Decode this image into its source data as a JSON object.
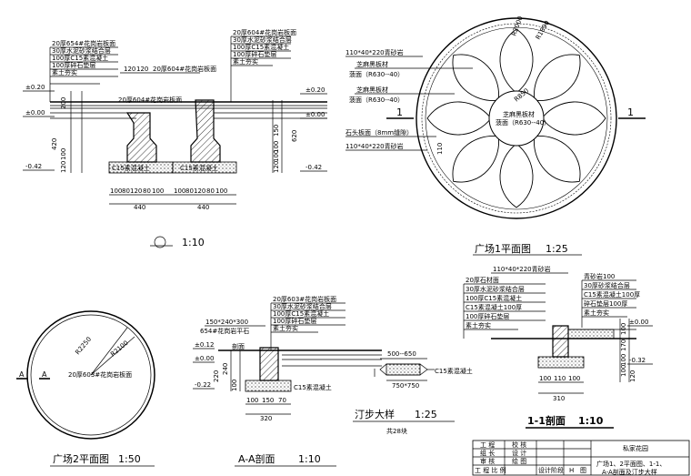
{
  "detail1": {
    "layers_left": [
      "20厚654#花岗岩板面",
      "30厚水泥砂浆结合层",
      "100厚C15素混凝土",
      "100厚碎石垫层",
      "素土夯实"
    ],
    "layers_right": [
      "20厚604#花岗岩板面",
      "30厚水泥砂浆结合层",
      "100厚C15素混凝土",
      "100厚碎石垫层",
      "素土夯实"
    ],
    "curb_top_note": "20厚604#花岗岩板面",
    "curb_top_note2": "20厚604#花岗岩板面",
    "elev_left": [
      "±0.20",
      "±0.00",
      "-0.42"
    ],
    "elev_right": [
      "±0.20",
      "±0.00",
      "-0.42"
    ],
    "dims_left": [
      "200",
      "420",
      "100",
      "120"
    ],
    "dims_right": [
      "150",
      "100",
      "620",
      "100",
      "120"
    ],
    "top_dims": [
      "120",
      "120"
    ],
    "base_label": "C15素混凝土",
    "bottom_dims": [
      "100",
      "80",
      "120",
      "80",
      "100"
    ],
    "width": "440",
    "scale": "1:10"
  },
  "plan1": {
    "title": "广场1平面图",
    "scale": "1:25",
    "paving_label": "110*40*220青砂岩",
    "notes": [
      "芝麻黑板材",
      "菠面（R630--40）",
      "芝麻黑板材",
      "菠面（R630--40）"
    ],
    "center_note1": "芝麻黑板材",
    "center_note2": "菠面（R630--40）",
    "edge_note": "石头板面（8mm缝隙）",
    "paving_label2": "110*40*220青砂岩",
    "section_mark": "1",
    "r_outer": "R2000",
    "r_ring": "R1890",
    "r_center": "R850",
    "dim_110": "110"
  },
  "plan2": {
    "title": "广场2平面图",
    "scale": "1:50",
    "r1": "R2250",
    "r2": "R2100",
    "label": "20厚603#花岗岩板面",
    "section_mark": "A"
  },
  "sectionA": {
    "title": "A-A剖面",
    "scale": "1:10",
    "layers": [
      "20厚603#花岗岩板面",
      "30厚水泥砂浆结合层",
      "100厚C15素混凝土",
      "100厚碎石垫层",
      "素土夯实"
    ],
    "curb_size": "150*240*300",
    "curb_note": "654#花岗岩平石",
    "elevs": [
      "±0.12",
      "±0.00",
      "-0.22"
    ],
    "side_note": "剖面",
    "dims_v": [
      "240",
      "220",
      "100"
    ],
    "base_label": "C15素混凝土",
    "dims_h": [
      "100",
      "150",
      "70"
    ],
    "width": "320"
  },
  "stepping": {
    "title": "汀步大样",
    "scale": "1:25",
    "gap": "500--650",
    "size": "750*750",
    "mat": "C15素混凝土",
    "note": "共28块"
  },
  "section1": {
    "title": "1-1剖面",
    "scale": "1:10",
    "top_note": "110*40*220青砂岩",
    "layers_left": [
      "20厚石材面",
      "30厚水泥砂浆结合层",
      "100厚C15素混凝土",
      "C15素混凝土100厚",
      "100厚碎石垫层",
      "素土夯实"
    ],
    "layers_right": [
      "青砂岩100",
      "30厚砂浆结合层",
      "C15素混凝土100厚",
      "碎石垫层100厚",
      "素土夯实"
    ],
    "elevs": [
      "±0.00",
      "-0.32"
    ],
    "dims_v": [
      "100",
      "170",
      "100",
      "100",
      "120"
    ],
    "dims_h": [
      "100",
      "110",
      "100"
    ],
    "width": "310"
  },
  "titleblock": {
    "rows": [
      [
        "工 程",
        "校 核",
        "私家花园"
      ],
      [
        "组 长",
        "设 计",
        ""
      ],
      [
        "审 核",
        "绘 图",
        "广场1、2平面图、1-1、"
      ],
      [
        "工 程 比 例",
        "设计阶段",
        "H",
        "图"
      ]
    ],
    "drawing_name_1": "私家花园",
    "drawing_name_2": "广场1、2平面图、1-1、",
    "drawing_name_3": "A-A剖面及汀步大样"
  }
}
